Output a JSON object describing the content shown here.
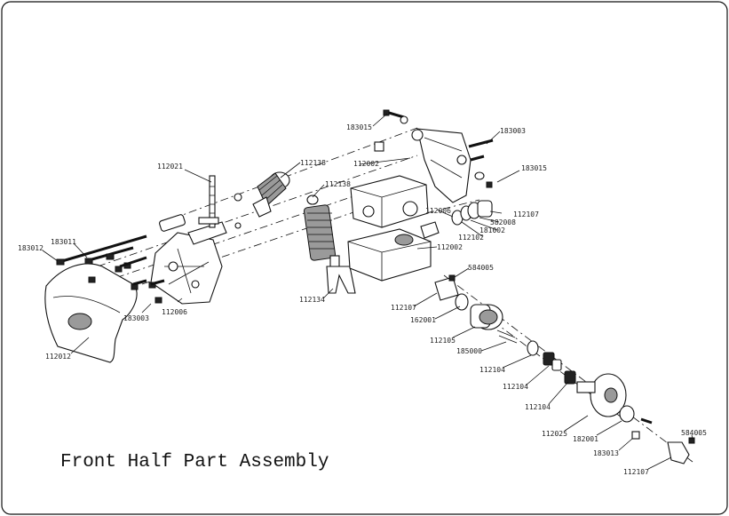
{
  "title": "Front Half Part Assembly",
  "parts": {
    "p183015a": "183015",
    "p183003a": "183003",
    "p183015b": "183015",
    "p112002a": "112002",
    "p112138a": "112138",
    "p112021": "112021",
    "p112138b": "112138",
    "p112006a": "112006",
    "p112107a": "112107",
    "p582008": "582008",
    "p181002": "181002",
    "p112102": "112102",
    "p112002b": "112002",
    "p183012": "183012",
    "p183011": "183011",
    "p584005a": "584005",
    "p112134": "112134",
    "p183003b": "183003",
    "p112006b": "112006",
    "p112107b": "112107",
    "p162001": "162001",
    "p112105": "112105",
    "p185000": "185000",
    "p112104a": "112104",
    "p112104b": "112104",
    "p112104c": "112104",
    "p112012": "112012",
    "p112025": "112025",
    "p182001": "182001",
    "p183013": "183013",
    "p584005b": "584005",
    "p112107c": "112107"
  }
}
